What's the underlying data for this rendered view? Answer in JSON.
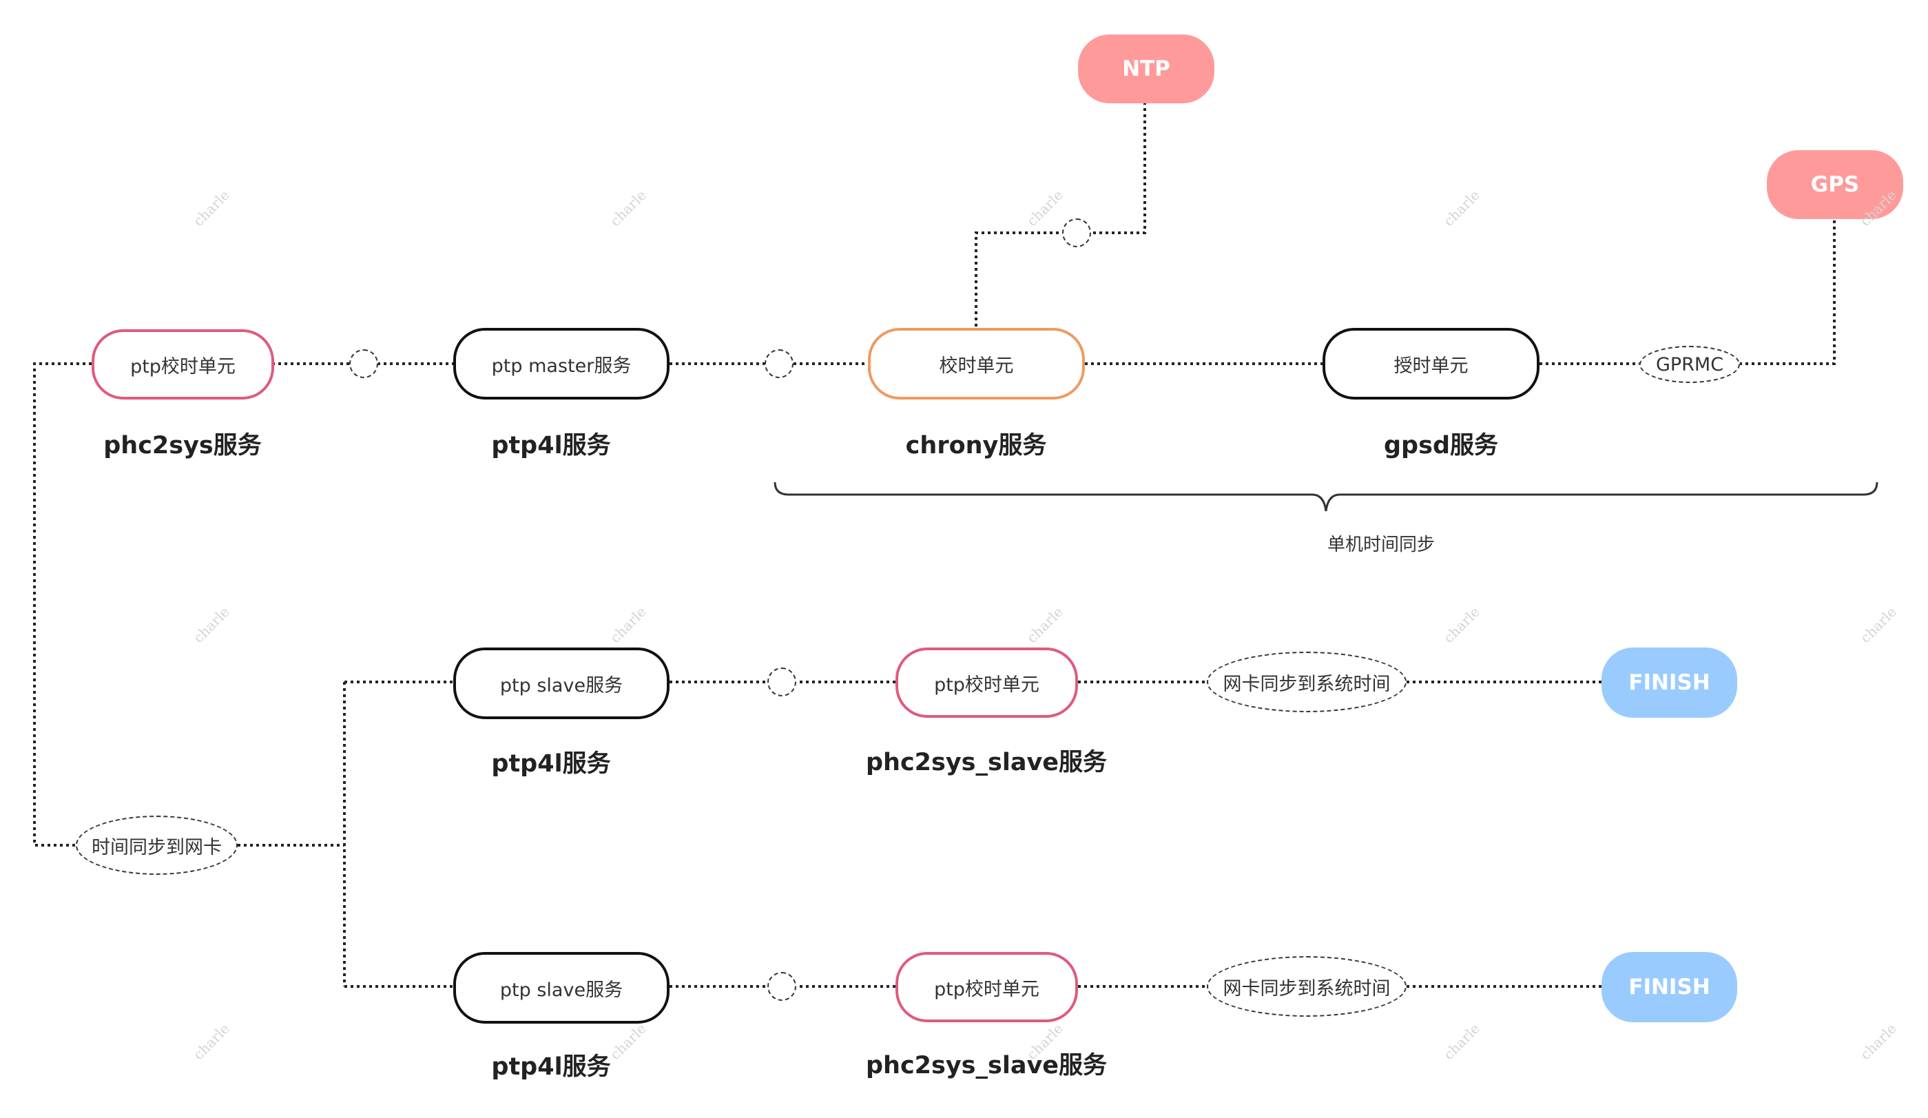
{
  "nodes": {
    "ntp": "NTP",
    "gps": "GPS",
    "ptp_calib_top": "ptp校时单元",
    "ptp_master": "ptp master服务",
    "calib_unit": "校时单元",
    "timing_unit": "授时单元",
    "gprmc": "GPRMC",
    "time_sync_nic": "时间同步到网卡",
    "ptp_slave_1": "ptp slave服务",
    "ptp_calib_1": "ptp校时单元",
    "nic_sync_1": "网卡同步到系统时间",
    "finish_1": "FINISH",
    "ptp_slave_2": "ptp slave服务",
    "ptp_calib_2": "ptp校时单元",
    "nic_sync_2": "网卡同步到系统时间",
    "finish_2": "FINISH"
  },
  "labels": {
    "phc2sys": "phc2sys服务",
    "ptp4l_top": "ptp4l服务",
    "chrony": "chrony服务",
    "gpsd": "gpsd服务",
    "ptp4l_1": "ptp4l服务",
    "phc2sys_slave_1": "phc2sys_slave服务",
    "ptp4l_2": "ptp4l服务",
    "phc2sys_slave_2": "phc2sys_slave服务",
    "single_sync": "单机时间同步"
  },
  "watermark": "charle",
  "colors": {
    "black_border": "#111111",
    "pink_border": "#e05a7e",
    "orange_border": "#ef9a61",
    "source_fill": "#ff9a9b",
    "finish_fill": "#99cbff"
  }
}
